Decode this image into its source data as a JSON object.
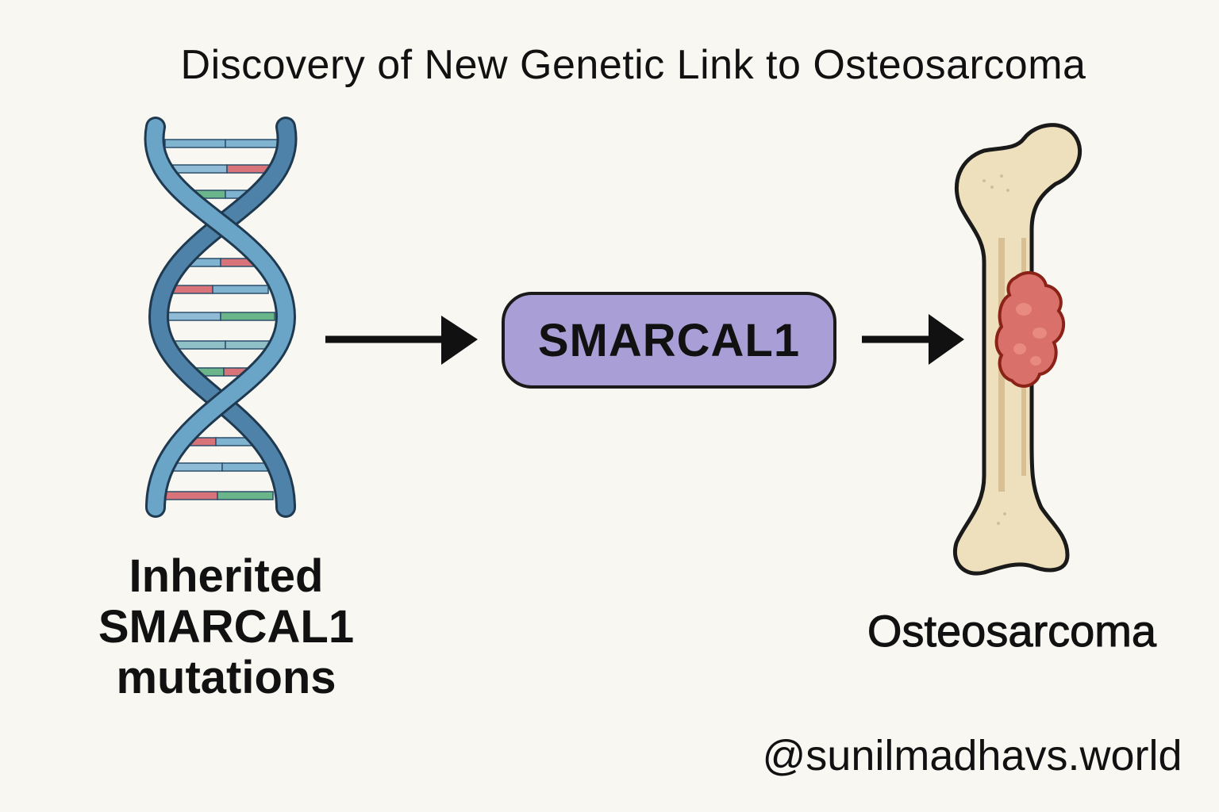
{
  "title": "Discovery of New Genetic Link to Osteosarcoma",
  "nodes": {
    "cause": {
      "label": "Inherited SMARCAL1 mutations",
      "lines": [
        "Inherited",
        "SMARCAL1",
        "mutations"
      ],
      "icon": "dna-double-helix-icon"
    },
    "gene": {
      "label": "SMARCAL1"
    },
    "outcome": {
      "label": "Osteosarcoma",
      "icon": "bone-with-tumor-icon"
    }
  },
  "edges": [
    {
      "from": "cause",
      "to": "gene"
    },
    {
      "from": "gene",
      "to": "outcome"
    }
  ],
  "colors": {
    "background": "#f8f7f2",
    "gene_box_fill": "#a99fd6",
    "dna_strand": "#5a8fb8",
    "dna_strand_light": "#6fa7c8",
    "base_red": "#d9737a",
    "base_green": "#6bb58a",
    "bone": "#efe0bd",
    "tumor": "#d9706a"
  },
  "watermark": "@sunilmadhavs.world"
}
